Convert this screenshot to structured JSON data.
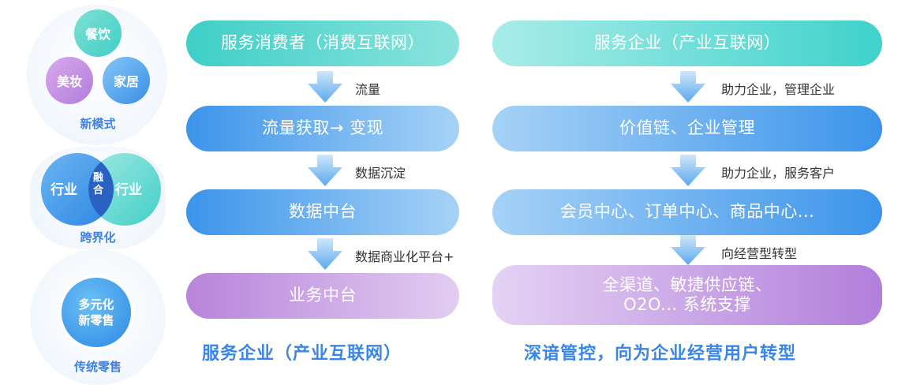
{
  "left_icons": {
    "new_mode": {
      "top": "餐饮",
      "left": "美妆",
      "right": "家居",
      "caption": "新模式"
    },
    "cross": {
      "left": "行业",
      "center": "融合",
      "right": "行业",
      "caption": "跨界化"
    },
    "retail": {
      "center": "多元化 新零售",
      "caption": "传统零售"
    }
  },
  "left_flow": {
    "steps": [
      "服务消费者（消费互联网）",
      "流量获取→ 变现",
      "数据中台",
      "业务中台"
    ],
    "arrows": [
      "流量",
      "数据沉淀",
      "数据商业化平台+"
    ],
    "footer": "服务企业（产业互联网）"
  },
  "right_flow": {
    "steps": [
      "服务企业（产业互联网）",
      "价值链、企业管理",
      "会员中心、订单中心、商品中心...",
      "全渠道、敏捷供应链、O2O... 系统支撑"
    ],
    "arrows": [
      "助力企业，管理企业",
      "助力企业，服务客户",
      "向经营型转型"
    ],
    "footer": "深谙管控，向为企业经营用户转型"
  },
  "colors": {
    "teal": "#3fcfc7",
    "blue": "#3c94ea",
    "purple": "#b884da",
    "caption_blue": "#3d82e6",
    "arrow_blue": "#5ba9ee"
  }
}
